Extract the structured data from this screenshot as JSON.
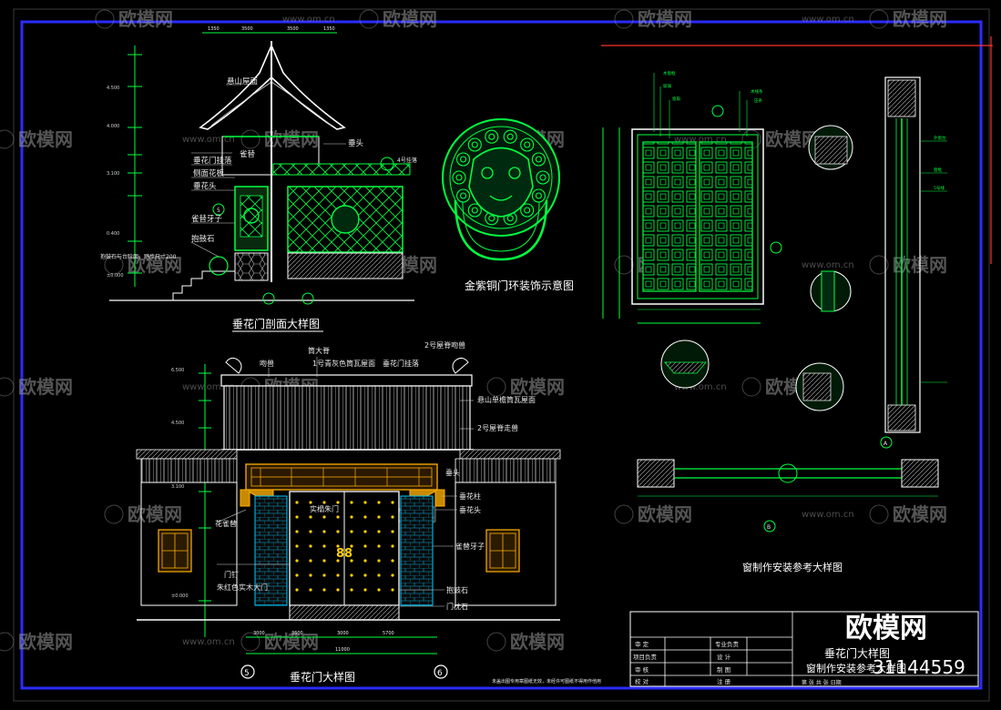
{
  "watermark": {
    "brand": "欧模网",
    "url": "www.om.cn"
  },
  "section_view": {
    "title": "垂花门剖面大样图",
    "labels": [
      "悬山屋面",
      "垂头",
      "垂花门挂落",
      "雀替",
      "侧面花板",
      "垂花头",
      "雀替牙子",
      "抱鼓石",
      "抱鼓石与台阶面，踏步尺寸200",
      "4号挂落",
      "5"
    ],
    "dims": [
      "1350",
      "3500",
      "3500",
      "1350"
    ]
  },
  "elevation_view": {
    "title": "垂花门大样图",
    "labels": [
      "筒大脊",
      "吻兽",
      "1号青灰色筒瓦屋面",
      "垂花门挂落",
      "2号屋脊吻兽",
      "悬山单檐筒瓦屋面",
      "2号屋脊走兽",
      "垂头",
      "花雀替",
      "垂花柱",
      "垂花头",
      "实榻朱门",
      "雀替牙子",
      "门钉",
      "朱红色实木大门",
      "抱鼓石",
      "门枕石",
      "88"
    ],
    "axes": [
      "5",
      "6"
    ],
    "bottom_dims": [
      "3000",
      "3600",
      "3000",
      "5700",
      "11000"
    ]
  },
  "medallion": {
    "title": "金紫铜门环装饰示意图"
  },
  "window_view": {
    "title": "窗制作安装参考大样图",
    "axes": [
      "A",
      "B"
    ]
  },
  "title_block": {
    "drawing_name": "垂花门大样图",
    "drawing_name_2": "窗制作安装参考大样图",
    "rows_left": [
      "审 定",
      "项目负责",
      "审 核",
      "校 对"
    ],
    "rows_mid": [
      "专业负责",
      "设 计",
      "制 图",
      "注 册"
    ],
    "footer": "第 张 共 张 日期",
    "note": "未盖出图专用章图纸无效，未经许可图纸不得用作他用"
  },
  "brand_stamp": {
    "name": "欧模网",
    "id": "31144559"
  },
  "colors": {
    "green": "#00ff41",
    "cyan": "#00d8ff",
    "frame": "#2b2bff",
    "red": "#ff3030",
    "white": "#e8e8e8",
    "gray": "#bdbdbd"
  }
}
